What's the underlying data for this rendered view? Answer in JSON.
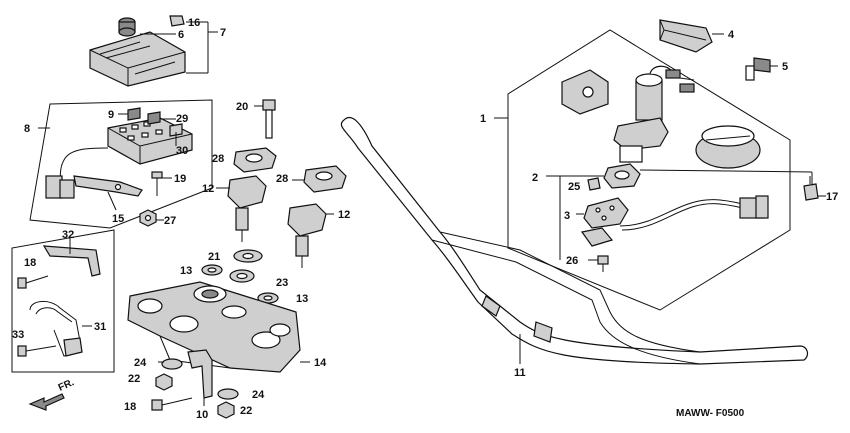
{
  "diagram_code": "MAWW- F0500",
  "front_label": "FR.",
  "callouts": [
    "1",
    "2",
    "3",
    "4",
    "5",
    "6",
    "7",
    "8",
    "9",
    "10",
    "11",
    "12",
    "12",
    "13",
    "13",
    "14",
    "15",
    "16",
    "17",
    "18",
    "18",
    "19",
    "20",
    "21",
    "22",
    "22",
    "23",
    "24",
    "24",
    "25",
    "26",
    "27",
    "28",
    "28",
    "29",
    "30",
    "31",
    "32",
    "33"
  ]
}
